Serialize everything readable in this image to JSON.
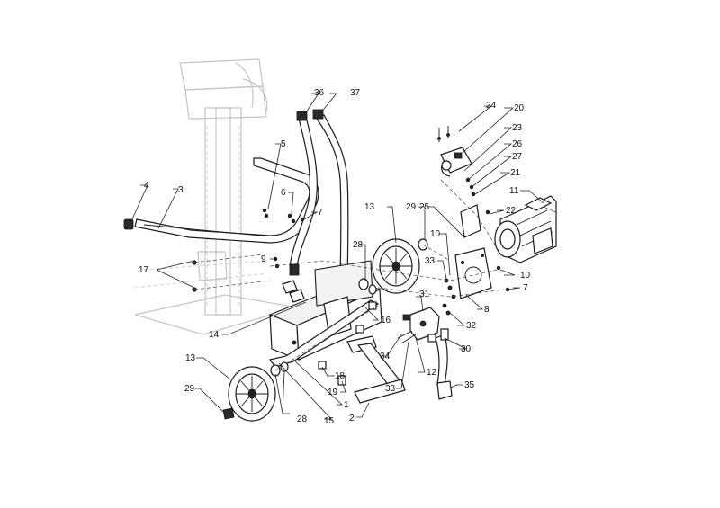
{
  "diagram": {
    "callouts": [
      {
        "id": "c36",
        "text": "36"
      },
      {
        "id": "c37",
        "text": "37"
      },
      {
        "id": "c24",
        "text": "24"
      },
      {
        "id": "c20",
        "text": "20"
      },
      {
        "id": "c23",
        "text": "23"
      },
      {
        "id": "c26",
        "text": "26"
      },
      {
        "id": "c27",
        "text": "27"
      },
      {
        "id": "c21",
        "text": "21"
      },
      {
        "id": "c11",
        "text": "11"
      },
      {
        "id": "c22",
        "text": "22"
      },
      {
        "id": "c5",
        "text": "5"
      },
      {
        "id": "c4",
        "text": "4"
      },
      {
        "id": "c3",
        "text": "3"
      },
      {
        "id": "c6",
        "text": "6"
      },
      {
        "id": "c7a",
        "text": "7"
      },
      {
        "id": "c13a",
        "text": "13"
      },
      {
        "id": "c29a",
        "text": "29"
      },
      {
        "id": "c25",
        "text": "25"
      },
      {
        "id": "c10a",
        "text": "10"
      },
      {
        "id": "c28a",
        "text": "28"
      },
      {
        "id": "c9",
        "text": "9"
      },
      {
        "id": "c33a",
        "text": "33"
      },
      {
        "id": "c10b",
        "text": "10"
      },
      {
        "id": "c7b",
        "text": "7"
      },
      {
        "id": "c17",
        "text": "17"
      },
      {
        "id": "c31",
        "text": "31"
      },
      {
        "id": "c8",
        "text": "8"
      },
      {
        "id": "c16",
        "text": "16"
      },
      {
        "id": "c32",
        "text": "32"
      },
      {
        "id": "c14",
        "text": "14"
      },
      {
        "id": "c34",
        "text": "34"
      },
      {
        "id": "c30",
        "text": "30"
      },
      {
        "id": "c13b",
        "text": "13"
      },
      {
        "id": "c12",
        "text": "12"
      },
      {
        "id": "c18",
        "text": "18"
      },
      {
        "id": "c35",
        "text": "35"
      },
      {
        "id": "c33b",
        "text": "33"
      },
      {
        "id": "c19",
        "text": "19"
      },
      {
        "id": "c29b",
        "text": "29"
      },
      {
        "id": "c1",
        "text": "1"
      },
      {
        "id": "c28b",
        "text": "28"
      },
      {
        "id": "c15",
        "text": "15"
      },
      {
        "id": "c2",
        "text": "2"
      }
    ]
  }
}
